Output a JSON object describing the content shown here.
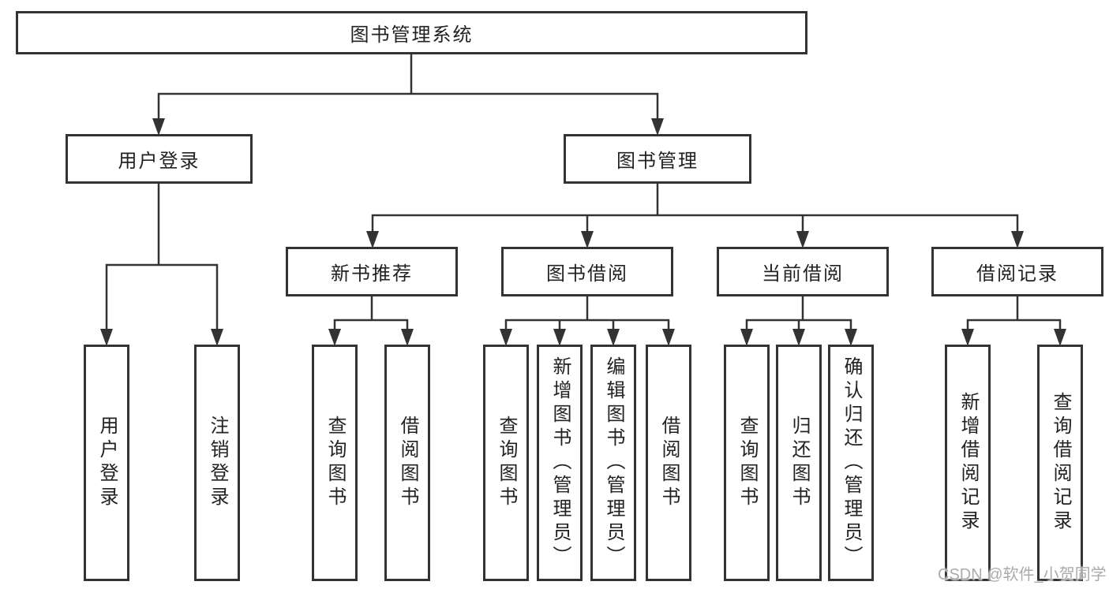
{
  "tree": {
    "root": {
      "label": "图书管理系统"
    },
    "branches": [
      {
        "label": "用户登录",
        "children": [
          {
            "label": "用户登录"
          },
          {
            "label": "注销登录"
          }
        ]
      },
      {
        "label": "图书管理",
        "sections": [
          {
            "label": "新书推荐",
            "children": [
              {
                "label": "查询图书"
              },
              {
                "label": "借阅图书"
              }
            ]
          },
          {
            "label": "图书借阅",
            "children": [
              {
                "label": "查询图书"
              },
              {
                "label": "新增图书（管理员）"
              },
              {
                "label": "编辑图书（管理员）"
              },
              {
                "label": "借阅图书"
              }
            ]
          },
          {
            "label": "当前借阅",
            "children": [
              {
                "label": "查询图书"
              },
              {
                "label": "归还图书"
              },
              {
                "label": "确认归还（管理员）"
              }
            ]
          },
          {
            "label": "借阅记录",
            "children": [
              {
                "label": "新增借阅记录"
              },
              {
                "label": "查询借阅记录"
              }
            ]
          }
        ]
      }
    ]
  },
  "watermark": "CSDN @软件_小贺同学",
  "colors": {
    "line": "#333333",
    "box_border": "#333333",
    "box_fill": "#ffffff",
    "text": "#222222",
    "background": "#ffffff",
    "watermark": "#ababab"
  }
}
